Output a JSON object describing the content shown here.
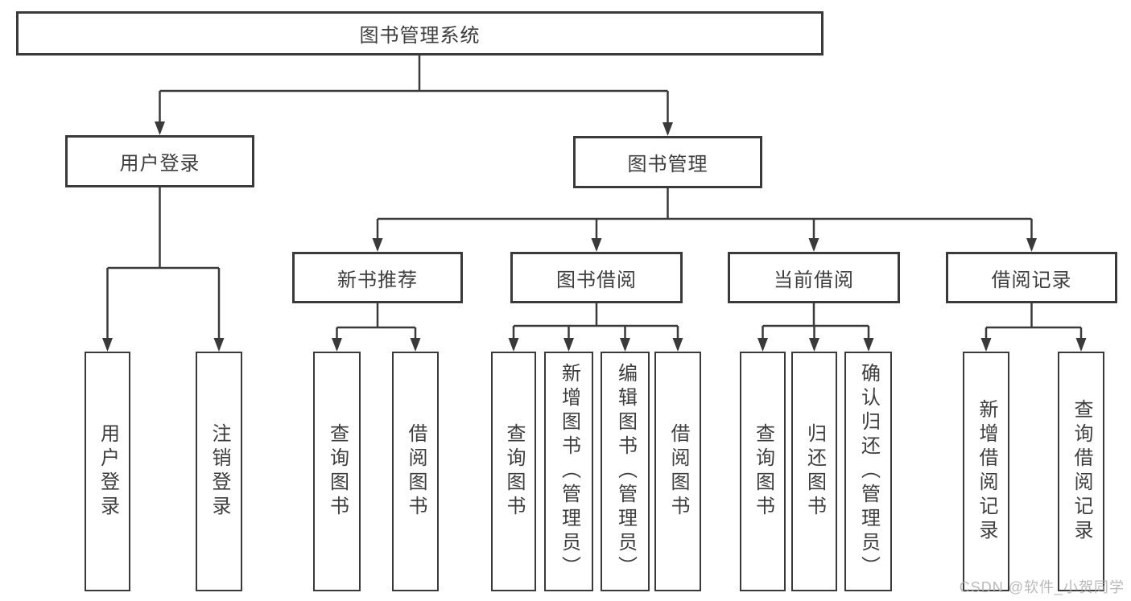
{
  "diagram": {
    "title": "图书管理系统",
    "root": {
      "label": "图书管理系统"
    },
    "level2": [
      {
        "label": "用户登录"
      },
      {
        "label": "图书管理"
      }
    ],
    "level3": [
      {
        "label": "新书推荐",
        "parent": "图书管理"
      },
      {
        "label": "图书借阅",
        "parent": "图书管理"
      },
      {
        "label": "当前借阅",
        "parent": "图书管理"
      },
      {
        "label": "借阅记录",
        "parent": "图书管理"
      }
    ],
    "leaves": [
      {
        "label": "用户登录",
        "parent": "用户登录"
      },
      {
        "label": "注销登录",
        "parent": "用户登录"
      },
      {
        "label": "查询图书",
        "parent": "新书推荐"
      },
      {
        "label": "借阅图书",
        "parent": "新书推荐"
      },
      {
        "label": "查询图书",
        "parent": "图书借阅"
      },
      {
        "label": "新增图书（管理员）",
        "parent": "图书借阅"
      },
      {
        "label": "编辑图书（管理员）",
        "parent": "图书借阅"
      },
      {
        "label": "借阅图书",
        "parent": "图书借阅"
      },
      {
        "label": "查询图书",
        "parent": "当前借阅"
      },
      {
        "label": "归还图书",
        "parent": "当前借阅"
      },
      {
        "label": "确认归还（管理员）",
        "parent": "当前借阅"
      },
      {
        "label": "新增借阅记录",
        "parent": "借阅记录"
      },
      {
        "label": "查询借阅记录",
        "parent": "借阅记录"
      }
    ],
    "colors": {
      "line": "#3a3a3a",
      "text": "#3d3d3d",
      "background": "#ffffff",
      "watermark": "#aeaeae"
    }
  },
  "watermark": {
    "text": "CSDN @软件_小贺同学"
  }
}
